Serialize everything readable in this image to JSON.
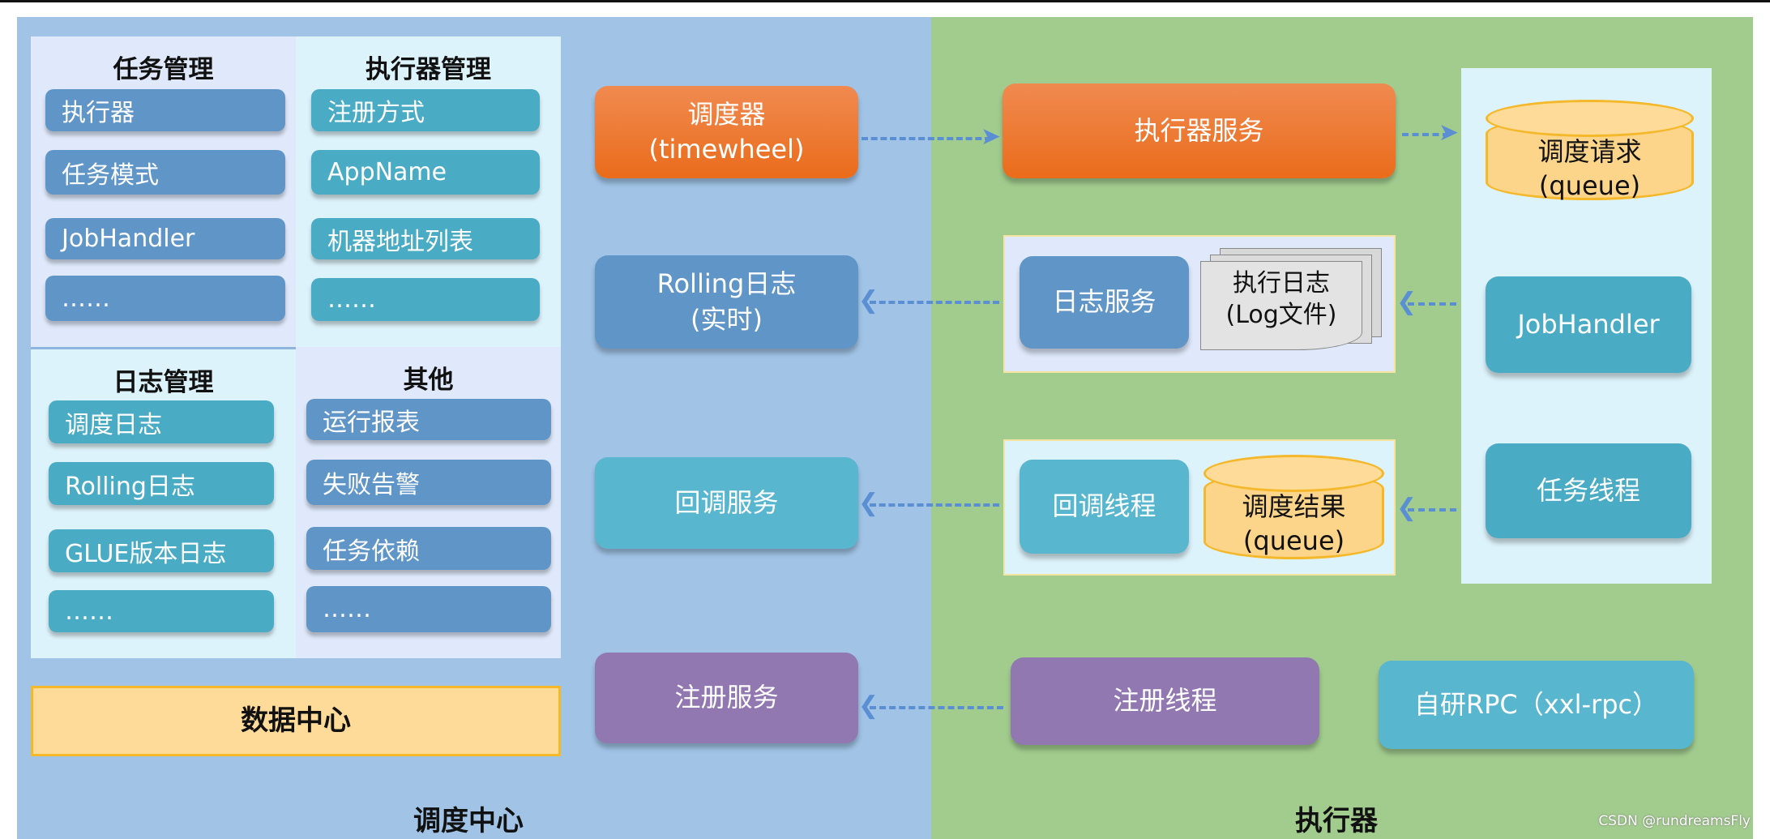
{
  "scheduler_center": {
    "label": "调度中心",
    "task_mgmt": {
      "title": "任务管理",
      "items": [
        "执行器",
        "任务模式",
        "JobHandler",
        "……"
      ]
    },
    "executor_mgmt": {
      "title": "执行器管理",
      "items": [
        "注册方式",
        "AppName",
        "机器地址列表",
        "……"
      ]
    },
    "log_mgmt": {
      "title": "日志管理",
      "items": [
        "调度日志",
        "Rolling日志",
        "GLUE版本日志",
        "……"
      ]
    },
    "other": {
      "title": "其他",
      "items": [
        "运行报表",
        "失败告警",
        "任务依赖",
        "……"
      ]
    },
    "data_center": "数据中心",
    "scheduler": "调度器\n(timewheel)",
    "rolling_log": "Rolling日志\n(实时)",
    "callback_service": "回调服务",
    "register_service": "注册服务"
  },
  "executor": {
    "label": "执行器",
    "executor_service": "执行器服务",
    "schedule_request": "调度请求\n(queue)",
    "log_service": "日志服务",
    "exec_log": "执行日志\n(Log文件)",
    "job_handler": "JobHandler",
    "callback_thread": "回调线程",
    "schedule_result": "调度结果\n(queue)",
    "task_thread": "任务线程",
    "register_thread": "注册线程",
    "rpc": "自研RPC（xxl-rpc）"
  },
  "watermark": "CSDN @rundreamsFly",
  "colors": {
    "scheduler_bg": "#a0c3e6",
    "executor_bg": "#a2cc8e",
    "orange": "#ea6c1b",
    "purple": "#9278b0",
    "arrow": "#5b8fd3"
  }
}
